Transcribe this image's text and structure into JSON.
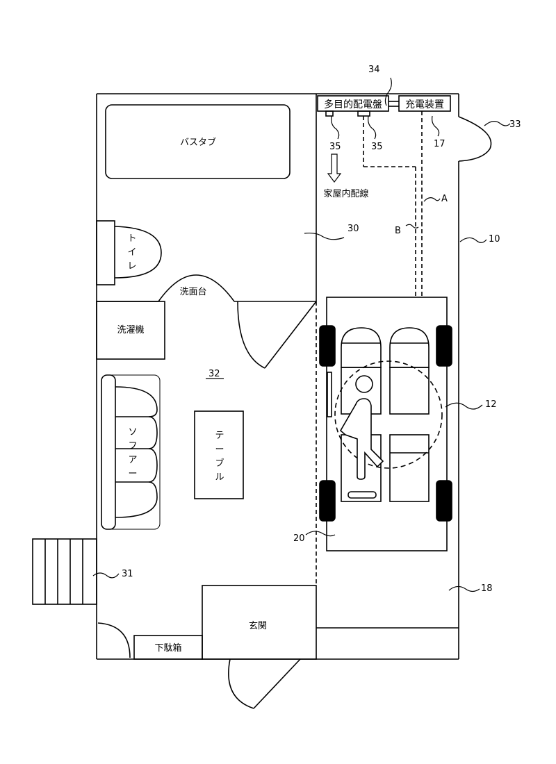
{
  "rooms": {
    "bathtub": "バスタブ",
    "toilet_chars": [
      "ト",
      "イ",
      "レ"
    ],
    "washbasin": "洗面台",
    "washing_machine": "洗濯機",
    "sofa_chars": [
      "ソ",
      "フ",
      "ア",
      "ー"
    ],
    "table_chars": [
      "テ",
      "ー",
      "ブ",
      "ル"
    ],
    "entrance": "玄関",
    "shoe_box": "下駄箱"
  },
  "equipment": {
    "distribution_board": "多目的配電盤",
    "charger": "充電装置",
    "house_wiring": "家屋内配線"
  },
  "line_labels": {
    "a": "A",
    "b": "B"
  },
  "reference_numerals": {
    "n10": "10",
    "n12": "12",
    "n17": "17",
    "n18": "18",
    "n20": "20",
    "n30": "30",
    "n31": "31",
    "n32": "32",
    "n33": "33",
    "n34": "34",
    "n35_left": "35",
    "n35_right": "35"
  }
}
